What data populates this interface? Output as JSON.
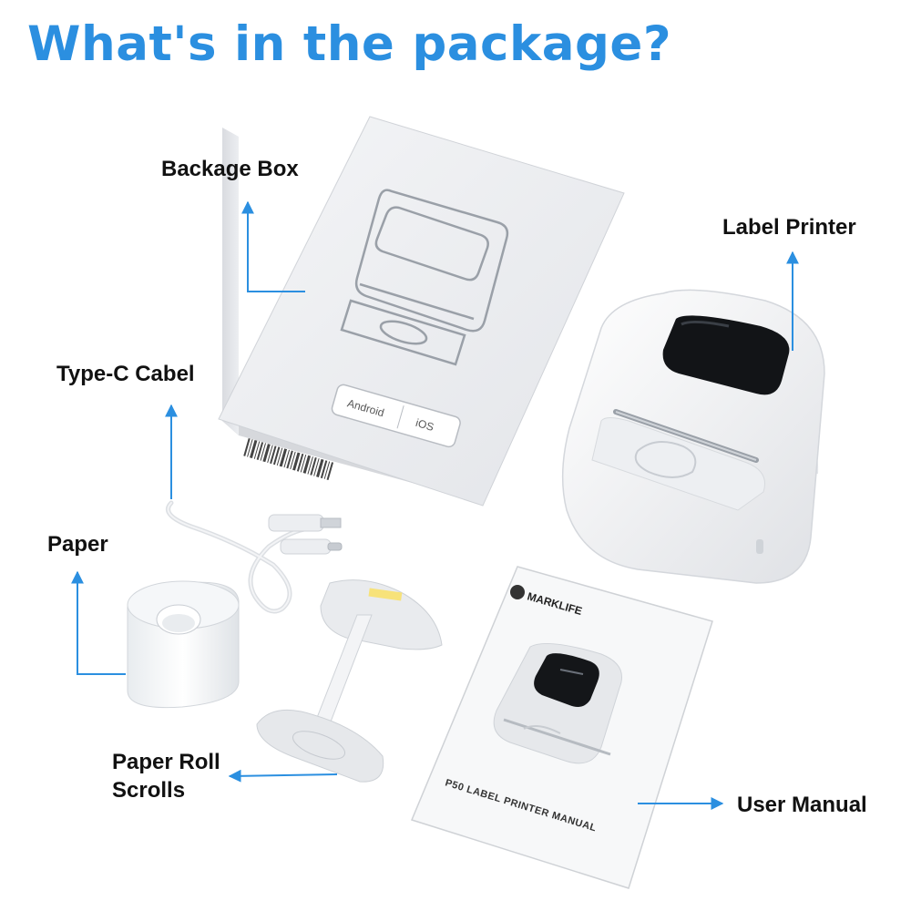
{
  "headline": "What's in the package?",
  "callouts": {
    "box": "Backage Box",
    "printer": "Label Printer",
    "cable": "Type-C Cabel",
    "paper": "Paper",
    "scrolls_line1": "Paper Roll",
    "scrolls_line2": "Scrolls",
    "manual": "User Manual"
  },
  "box_buttons": {
    "android": "Android",
    "ios": "iOS"
  },
  "manual": {
    "brand": "MARKLIFE",
    "title": "P50 LABEL PRINTER MANUAL"
  },
  "colors": {
    "headline": "#2b8fe0",
    "arrow": "#2b8fe0",
    "text": "#111111"
  }
}
